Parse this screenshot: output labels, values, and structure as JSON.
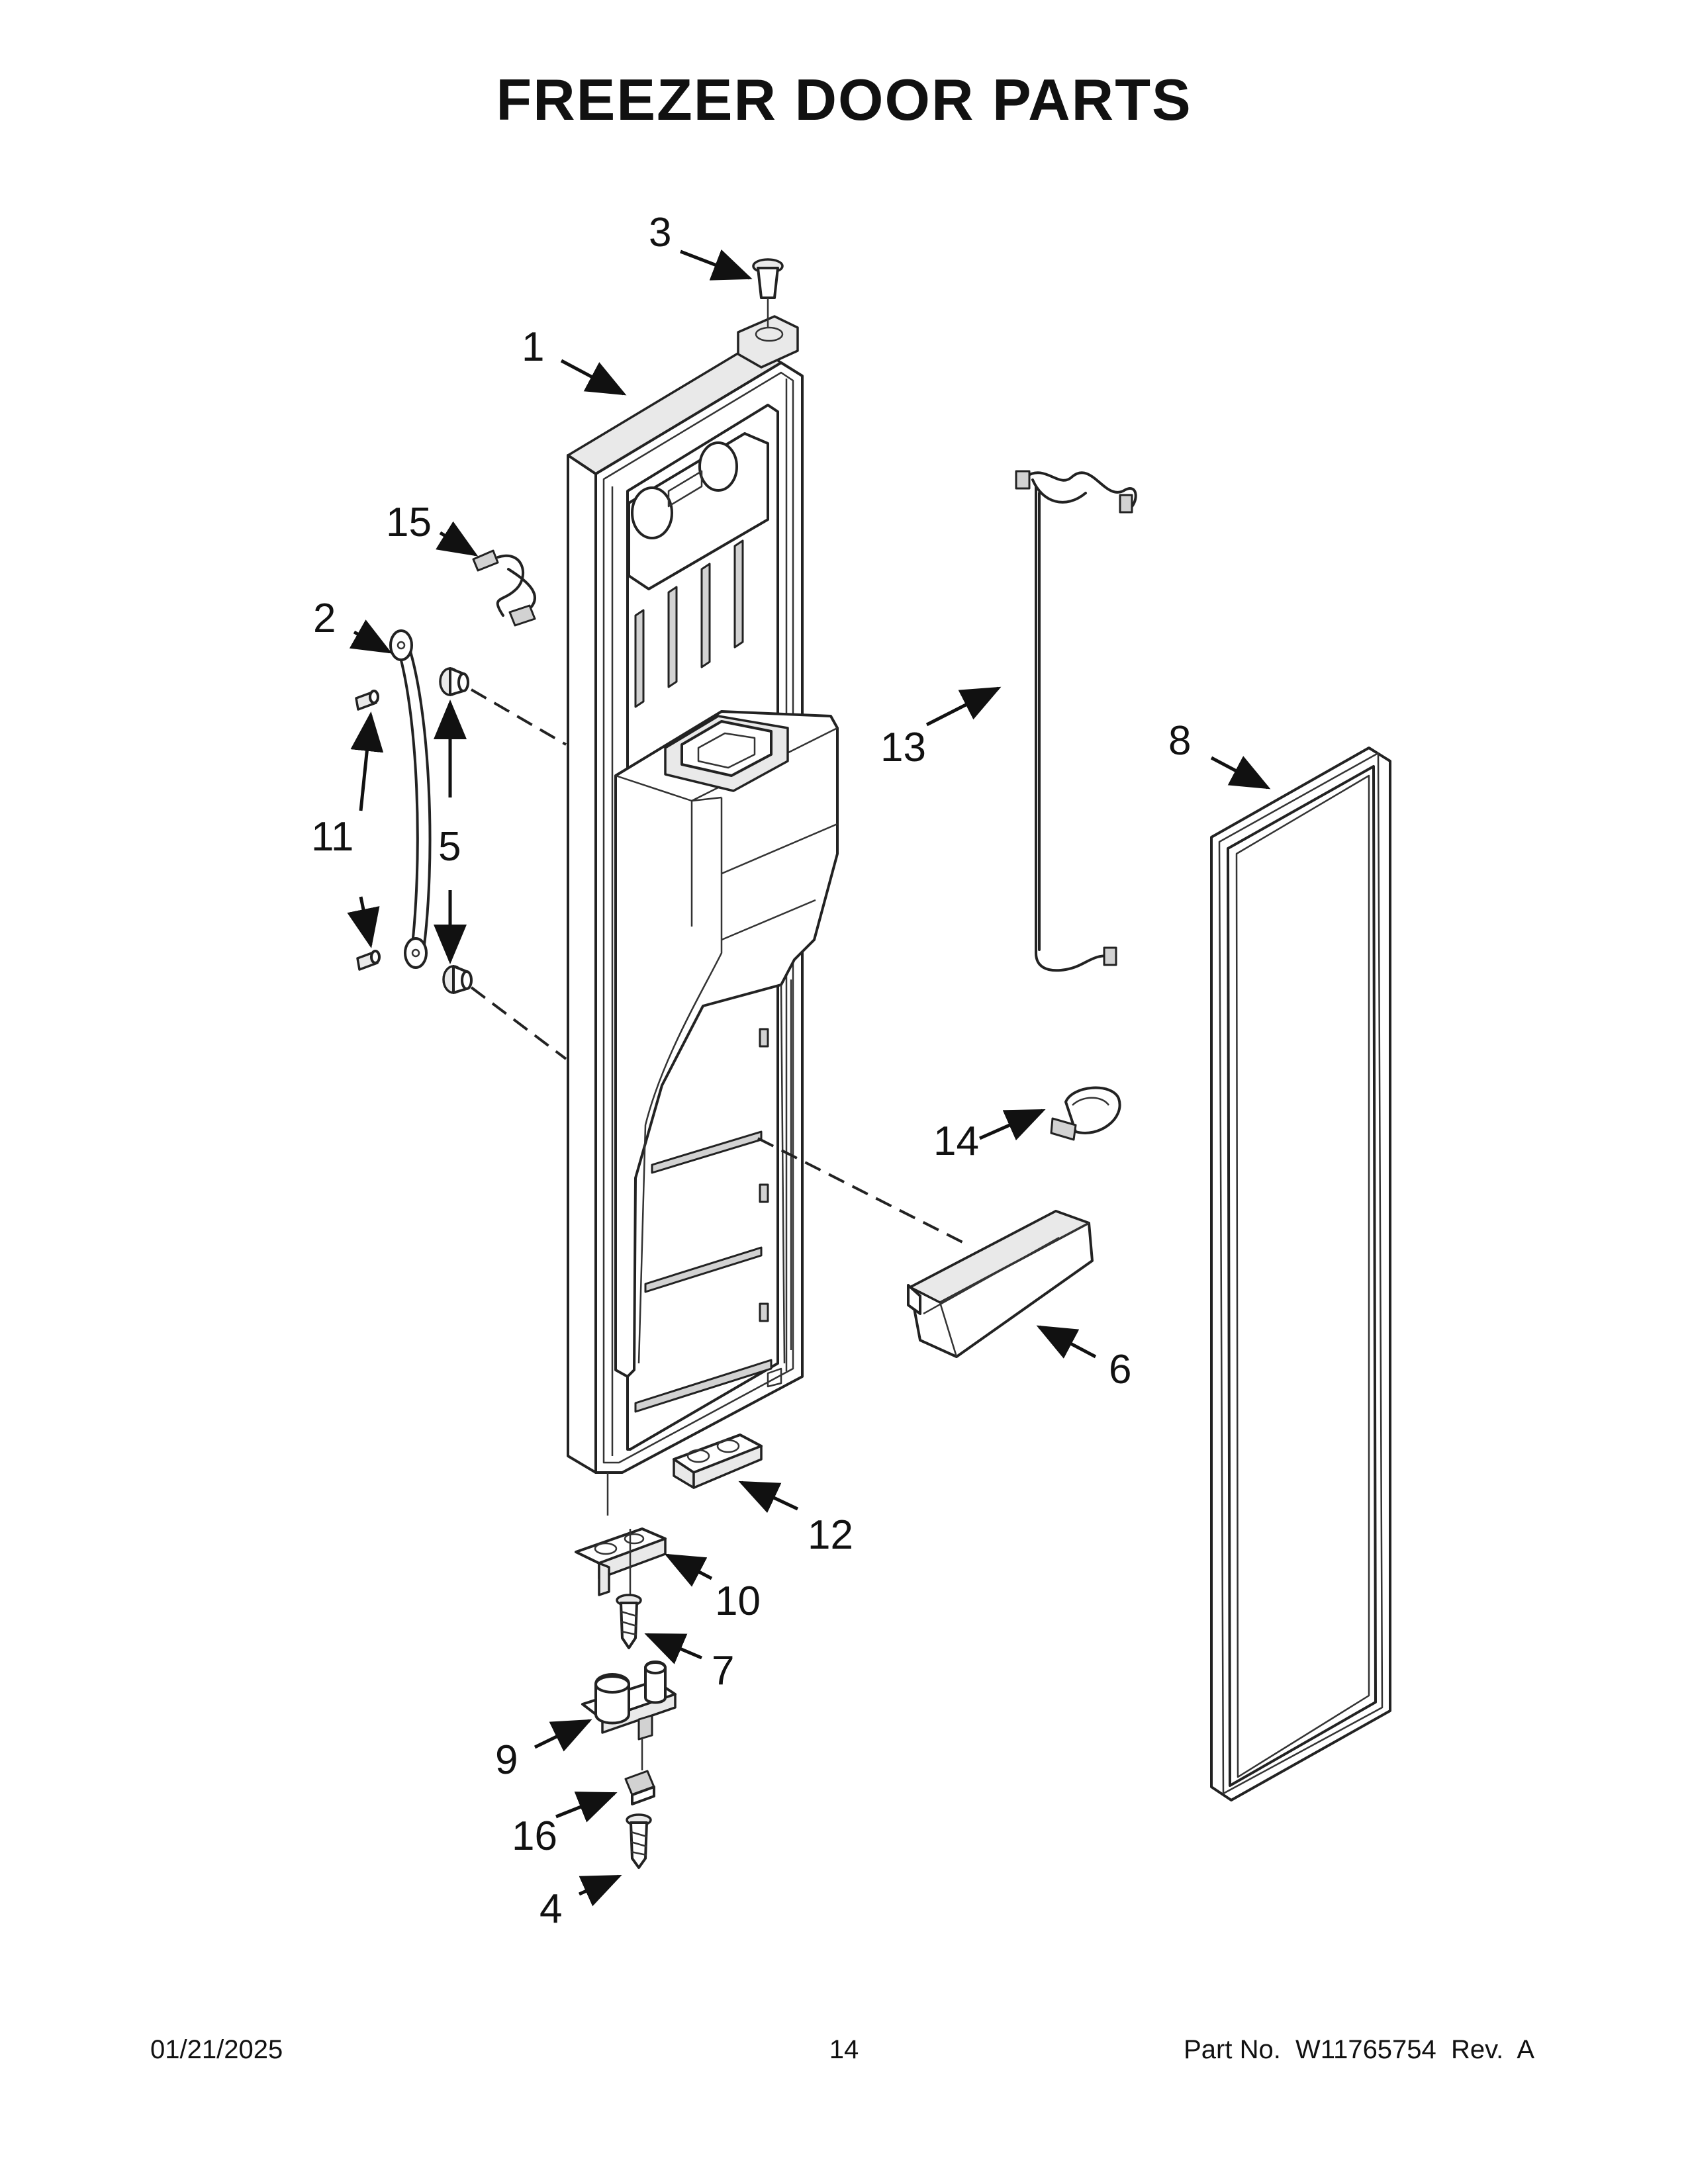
{
  "title": "FREEZER DOOR PARTS",
  "footer": {
    "date": "01/21/2025",
    "page": "14",
    "part_number": "Part No.  W11765754  Rev.  A"
  },
  "callouts": {
    "c1": "1",
    "c2": "2",
    "c3": "3",
    "c4": "4",
    "c5": "5",
    "c6": "6",
    "c7": "7",
    "c8": "8",
    "c9": "9",
    "c10": "10",
    "c11": "11",
    "c12": "12",
    "c13": "13",
    "c14": "14",
    "c15": "15",
    "c16": "16"
  }
}
